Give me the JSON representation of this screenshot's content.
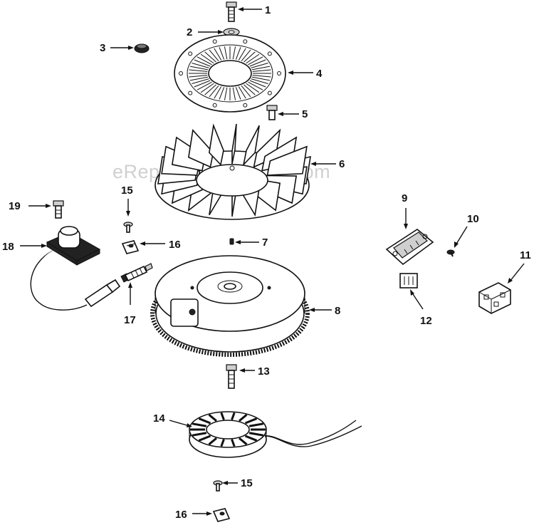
{
  "watermark": "eReplacementParts.com",
  "callouts": [
    {
      "id": "1",
      "label": "1"
    },
    {
      "id": "2",
      "label": "2"
    },
    {
      "id": "3",
      "label": "3"
    },
    {
      "id": "4",
      "label": "4"
    },
    {
      "id": "5",
      "label": "5"
    },
    {
      "id": "6",
      "label": "6"
    },
    {
      "id": "7",
      "label": "7"
    },
    {
      "id": "8",
      "label": "8"
    },
    {
      "id": "9",
      "label": "9"
    },
    {
      "id": "10",
      "label": "10"
    },
    {
      "id": "11",
      "label": "11"
    },
    {
      "id": "12",
      "label": "12"
    },
    {
      "id": "13",
      "label": "13"
    },
    {
      "id": "14",
      "label": "14"
    },
    {
      "id": "15a",
      "label": "15"
    },
    {
      "id": "15b",
      "label": "15"
    },
    {
      "id": "16a",
      "label": "16"
    },
    {
      "id": "16b",
      "label": "16"
    },
    {
      "id": "17",
      "label": "17"
    },
    {
      "id": "18",
      "label": "18"
    },
    {
      "id": "19",
      "label": "19"
    }
  ]
}
